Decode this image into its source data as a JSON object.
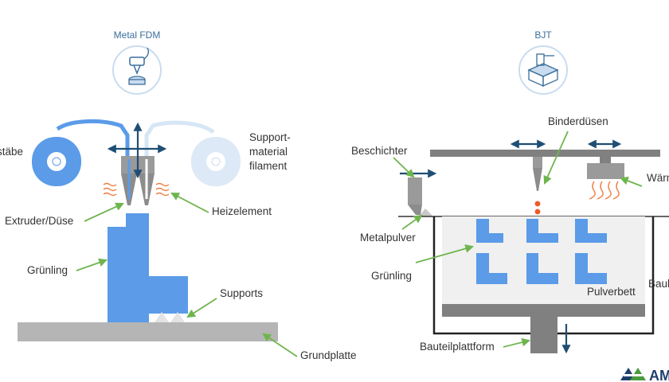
{
  "colors": {
    "blue": "#5b9be8",
    "dark_blue": "#1f4e73",
    "grey": "#b5b5b5",
    "dark_grey": "#808080",
    "green_arrow": "#6fb54f",
    "heat": "#f07b3f",
    "drop": "#f05a28",
    "light_blue": "#c9dcef",
    "logo_green": "#4a9a3f",
    "logo_navy": "#1f3f6d"
  },
  "left_panel": {
    "title": "Metal FDM",
    "icon": "fdm-printer-icon",
    "labels": {
      "material_rods": "Materialstäbe",
      "support_filament": "Support-material filament",
      "extruder": "Extruder/Düse",
      "heating": "Heizelement",
      "green_part": "Grünling",
      "supports": "Supports",
      "base_plate": "Grundplatte"
    }
  },
  "right_panel": {
    "title": "BJT",
    "icon": "binder-jet-icon",
    "labels": {
      "binder_nozzles": "Binderdüsen",
      "recoater": "Beschichter",
      "heat": "Wärme",
      "metal_powder": "Metalpulver",
      "green_part": "Grünling",
      "powder_bed": "Pulverbett",
      "build_box": "Baubox",
      "build_platform": "Bauteilplattform"
    }
  },
  "logo": {
    "icon": "company-logo-icon",
    "text": "AM"
  }
}
